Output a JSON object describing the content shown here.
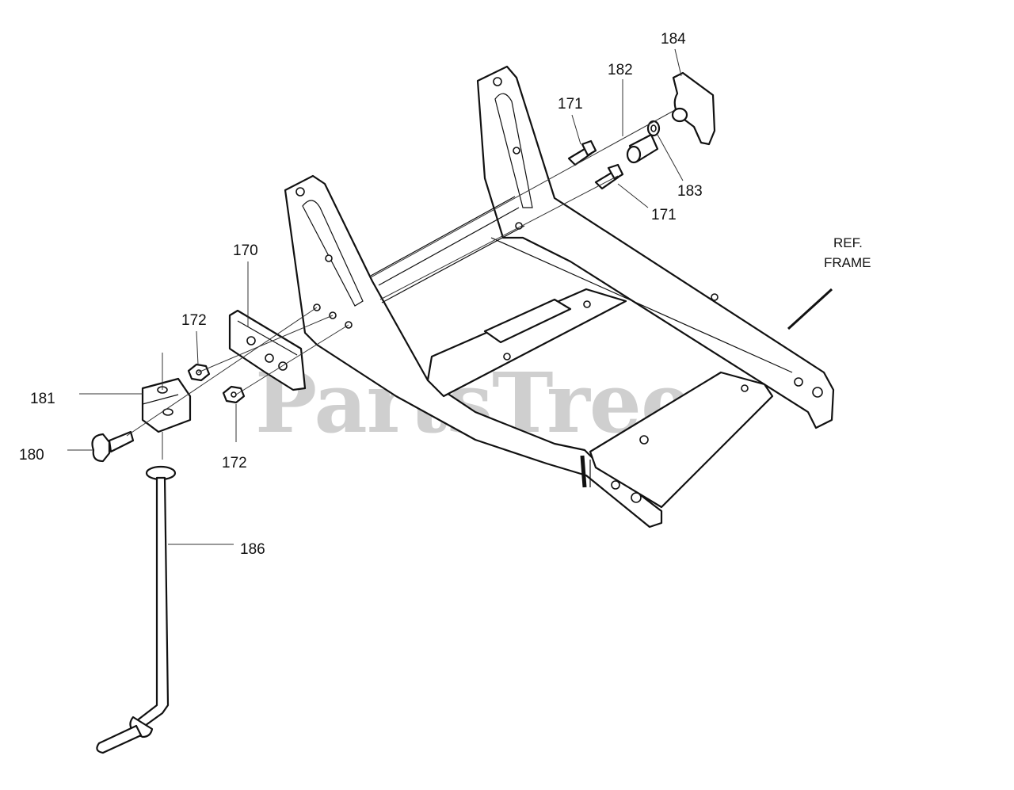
{
  "watermark": {
    "text": "PartsTree",
    "trademark": "™"
  },
  "reference_note": {
    "line1": "REF.",
    "line2": "FRAME"
  },
  "callouts": [
    {
      "id": "184",
      "label": "184"
    },
    {
      "id": "182",
      "label": "182"
    },
    {
      "id": "171a",
      "label": "171"
    },
    {
      "id": "183",
      "label": "183"
    },
    {
      "id": "171b",
      "label": "171"
    },
    {
      "id": "170",
      "label": "170"
    },
    {
      "id": "172a",
      "label": "172"
    },
    {
      "id": "181",
      "label": "181"
    },
    {
      "id": "180",
      "label": "180"
    },
    {
      "id": "172b",
      "label": "172"
    },
    {
      "id": "186",
      "label": "186"
    }
  ]
}
